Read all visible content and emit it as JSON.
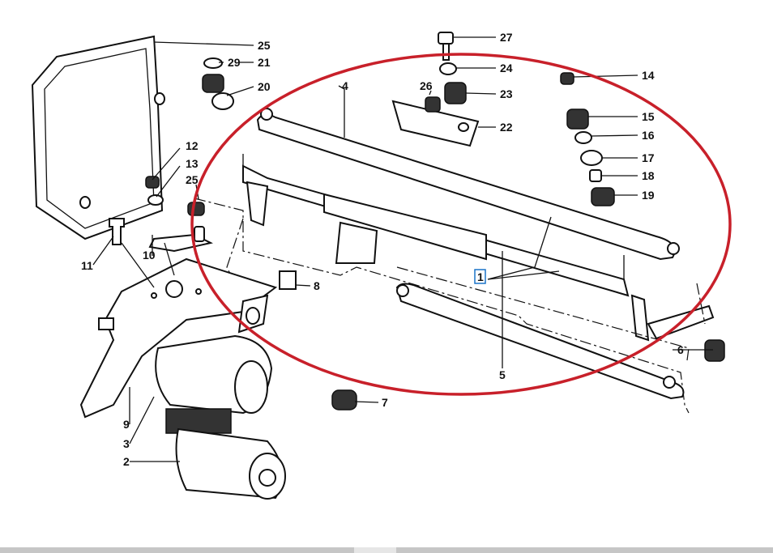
{
  "diagram": {
    "highlight_color": "#c8202a",
    "selected_label": "1",
    "labels": [
      {
        "id": "25",
        "text": "25"
      },
      {
        "id": "29",
        "text": "29"
      },
      {
        "id": "21",
        "text": "21"
      },
      {
        "id": "20",
        "text": "20"
      },
      {
        "id": "27",
        "text": "27"
      },
      {
        "id": "24",
        "text": "24"
      },
      {
        "id": "23",
        "text": "23"
      },
      {
        "id": "26",
        "text": "26"
      },
      {
        "id": "22",
        "text": "22"
      },
      {
        "id": "4",
        "text": "4"
      },
      {
        "id": "14",
        "text": "14"
      },
      {
        "id": "15",
        "text": "15"
      },
      {
        "id": "16",
        "text": "16"
      },
      {
        "id": "17",
        "text": "17"
      },
      {
        "id": "18",
        "text": "18"
      },
      {
        "id": "19",
        "text": "19"
      },
      {
        "id": "12",
        "text": "12"
      },
      {
        "id": "13",
        "text": "13"
      },
      {
        "id": "25b",
        "text": "25"
      },
      {
        "id": "11",
        "text": "11"
      },
      {
        "id": "10",
        "text": "10"
      },
      {
        "id": "1",
        "text": "1"
      },
      {
        "id": "8",
        "text": "8"
      },
      {
        "id": "6",
        "text": "6"
      },
      {
        "id": "5",
        "text": "5"
      },
      {
        "id": "7",
        "text": "7"
      },
      {
        "id": "9",
        "text": "9"
      },
      {
        "id": "3",
        "text": "3"
      },
      {
        "id": "2",
        "text": "2"
      }
    ]
  }
}
